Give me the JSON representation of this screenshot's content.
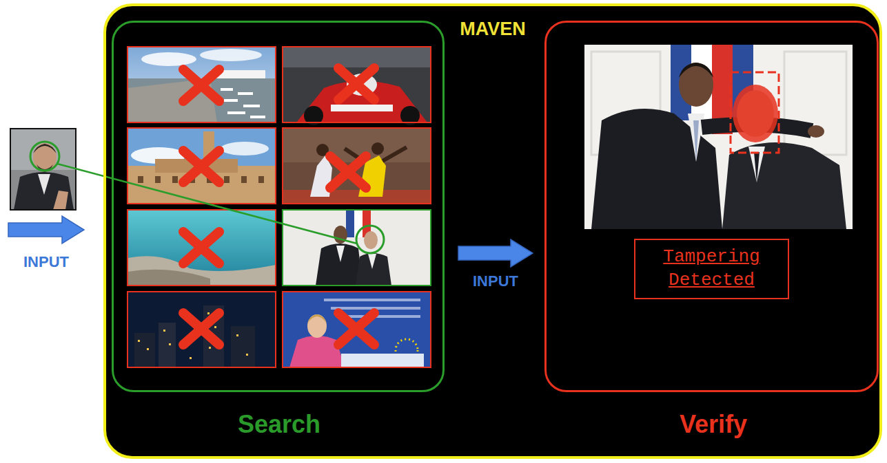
{
  "diagram": {
    "nodes": [
      {
        "text": [
          "MAVEN"
        ]
      },
      {
        "text": [
          "Search"
        ],
        "in": 0
      },
      {
        "text": [
          "Verify"
        ],
        "in": 0
      },
      {
        "text": [
          "Tampering Detected"
        ],
        "in": 2
      }
    ],
    "edges": [
      {
        "from": 1,
        "to": 2,
        "arrow": "to",
        "label": "INPUT"
      }
    ],
    "labels": [
      "INPUT"
    ]
  }
}
